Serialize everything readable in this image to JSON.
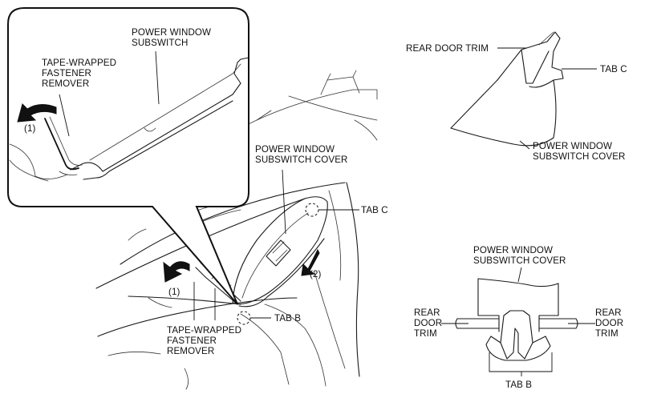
{
  "callout": {
    "title_line1": "POWER WINDOW",
    "title_line2": "SUBSWITCH",
    "tool_line1": "TAPE-WRAPPED",
    "tool_line2": "FASTENER",
    "tool_line3": "REMOVER",
    "step": "(1)"
  },
  "main": {
    "cover_line1": "POWER WINDOW",
    "cover_line2": "SUBSWITCH COVER",
    "tab_c": "TAB C",
    "tab_b": "TAB B",
    "step1": "(1)",
    "step2": "(2)",
    "tool_line1": "TAPE-WRAPPED",
    "tool_line2": "FASTENER",
    "tool_line3": "REMOVER"
  },
  "detail_tab_c": {
    "trim": "REAR DOOR TRIM",
    "tab": "TAB C",
    "cover_line1": "POWER WINDOW",
    "cover_line2": "SUBSWITCH COVER"
  },
  "detail_tab_b": {
    "cover_line1": "POWER WINDOW",
    "cover_line2": "SUBSWITCH COVER",
    "left_line1": "REAR",
    "left_line2": "DOOR",
    "left_line3": "TRIM",
    "right_line1": "REAR",
    "right_line2": "DOOR",
    "right_line3": "TRIM",
    "tab": "TAB B"
  }
}
